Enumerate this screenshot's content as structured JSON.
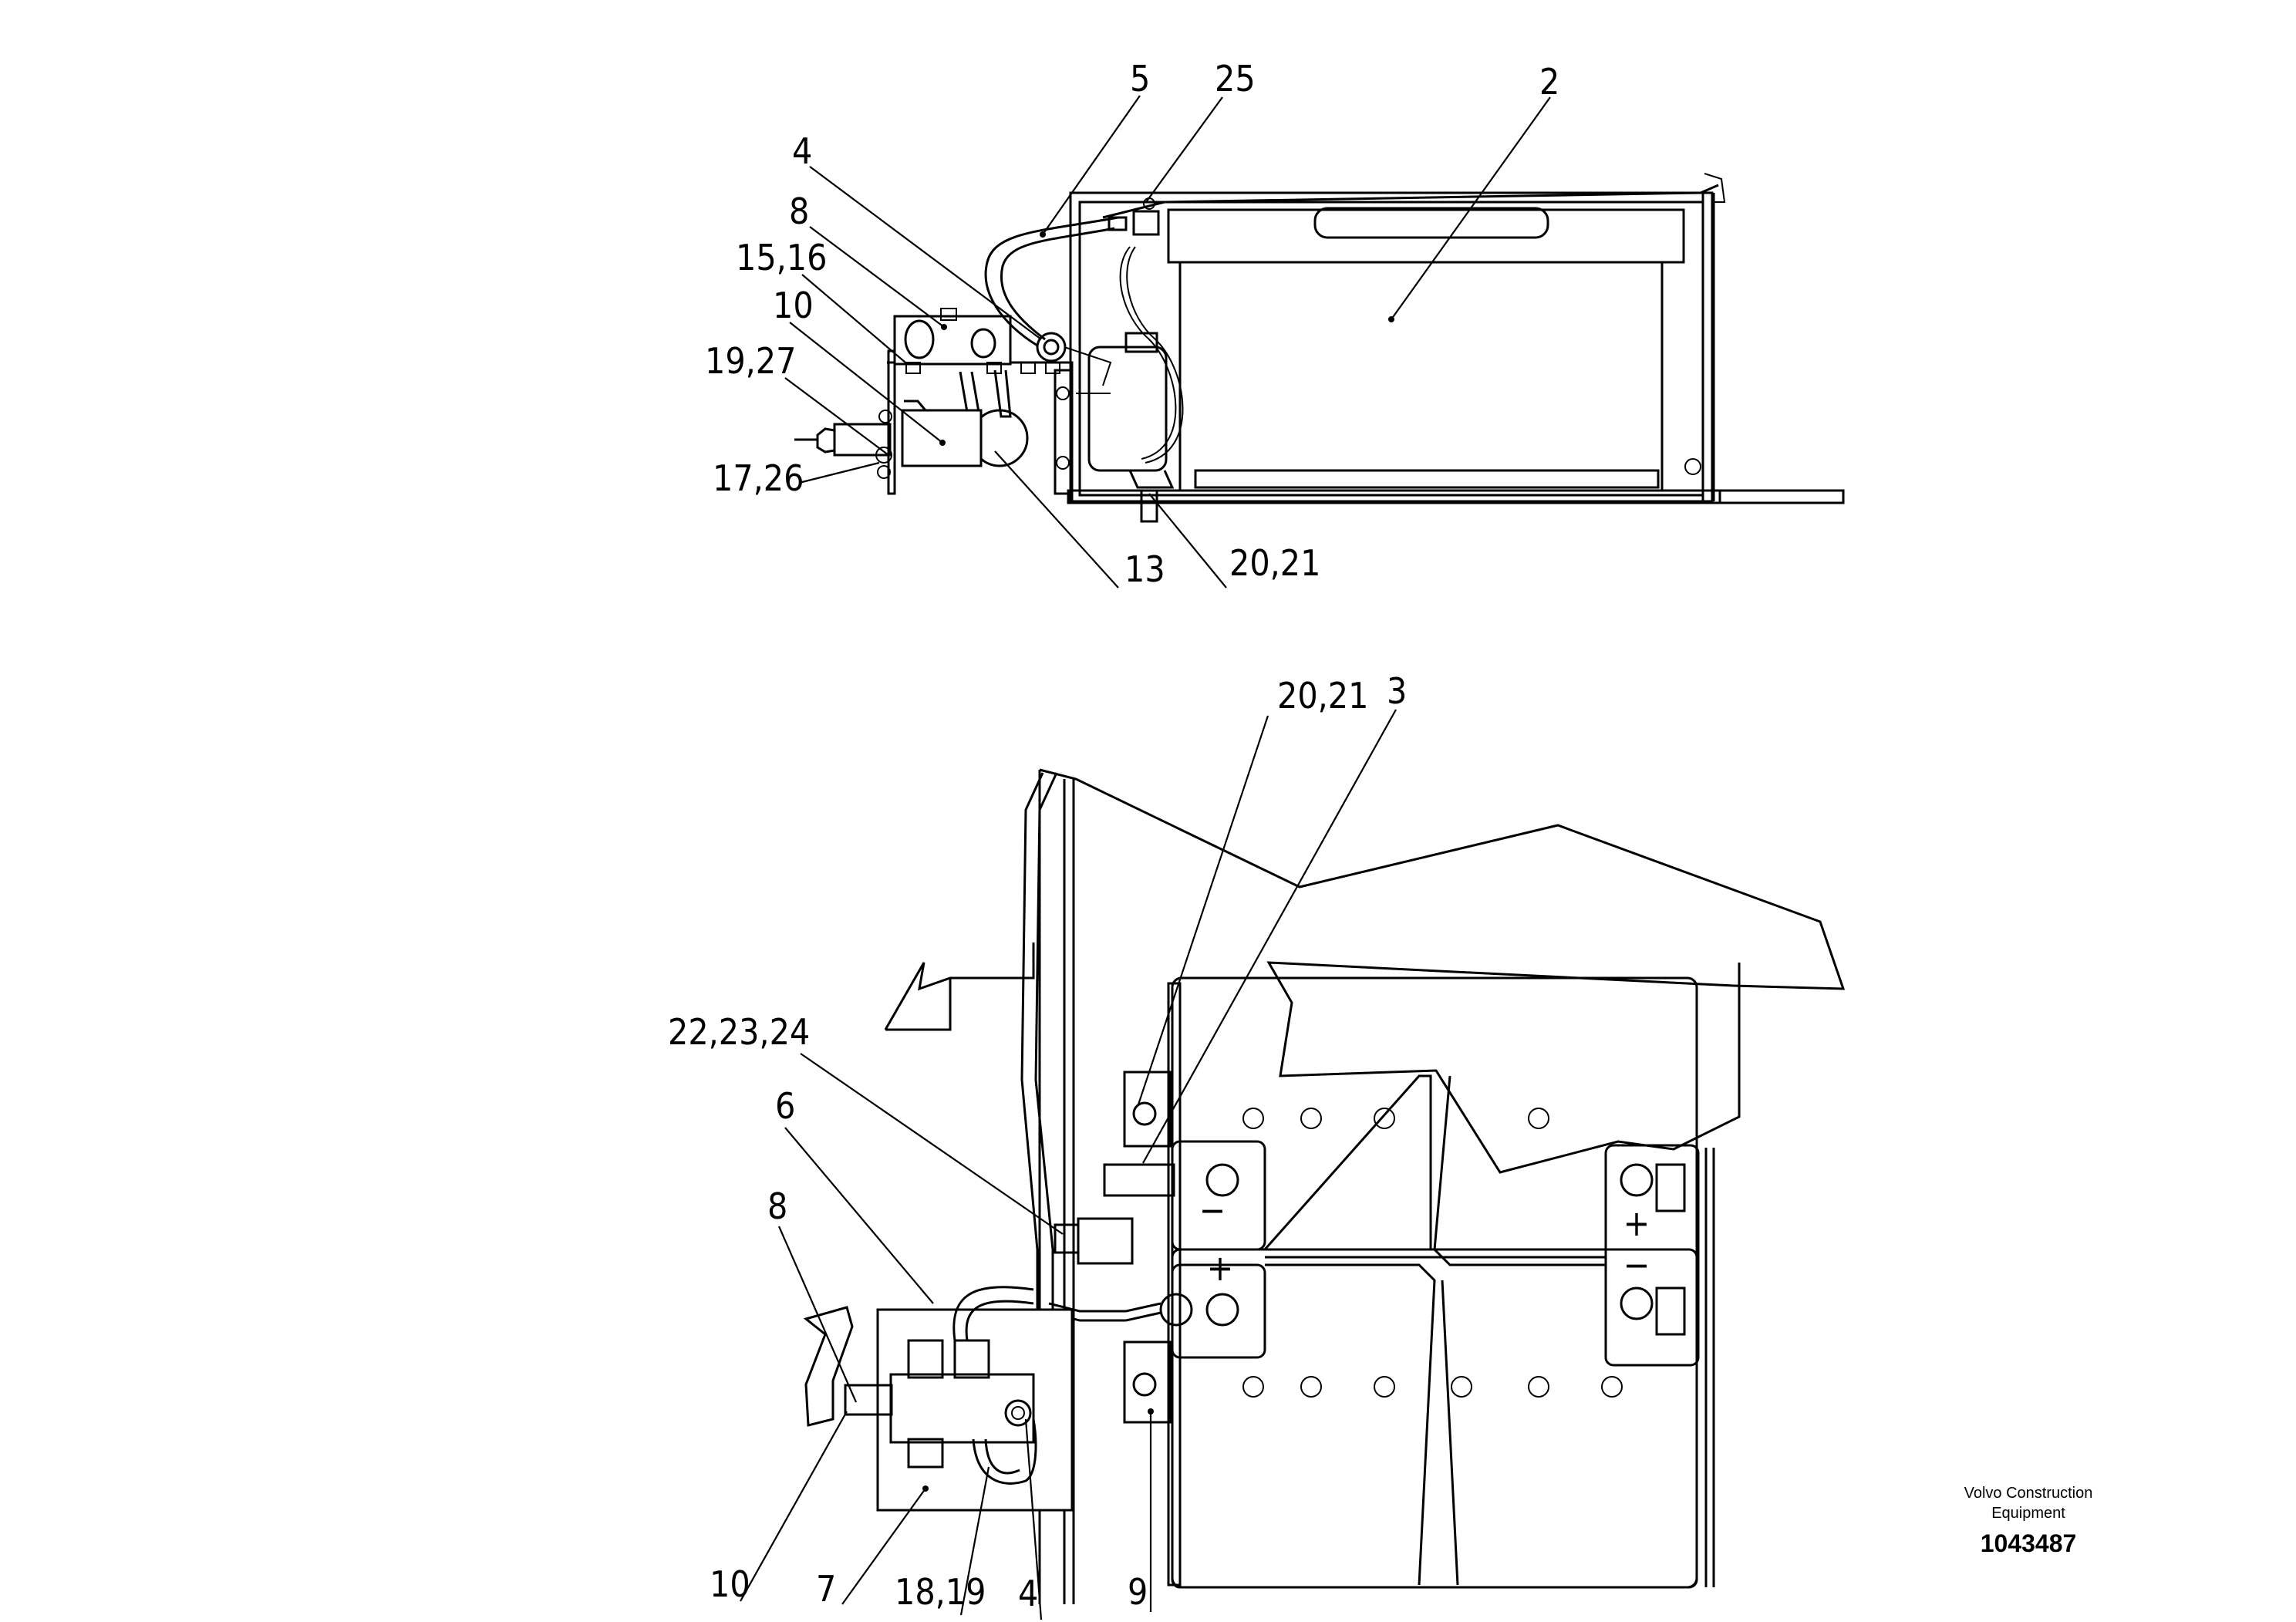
{
  "top_view": {
    "callouts": {
      "c5": "5",
      "c25": "25",
      "c2": "2",
      "c4": "4",
      "c8": "8",
      "c15_16": "15,16",
      "c10": "10",
      "c19_27": "19,27",
      "c17_26": "17,26",
      "c13": "13",
      "c20_21": "20,21"
    }
  },
  "bottom_view": {
    "callouts": {
      "c20_21": "20,21",
      "c3": "3",
      "c22_23_24": "22,23,24",
      "c6": "6",
      "c8": "8",
      "c10": "10",
      "c7": "7",
      "c18_19": "18,19",
      "c4": "4",
      "c9": "9"
    },
    "terminal_marks": {
      "minus_left": "−",
      "plus_center": "+",
      "plus_right": "+",
      "minus_right": "−"
    }
  },
  "footer": {
    "brand_line1": "Volvo Construction",
    "brand_line2": "Equipment",
    "document_number": "1043487"
  }
}
